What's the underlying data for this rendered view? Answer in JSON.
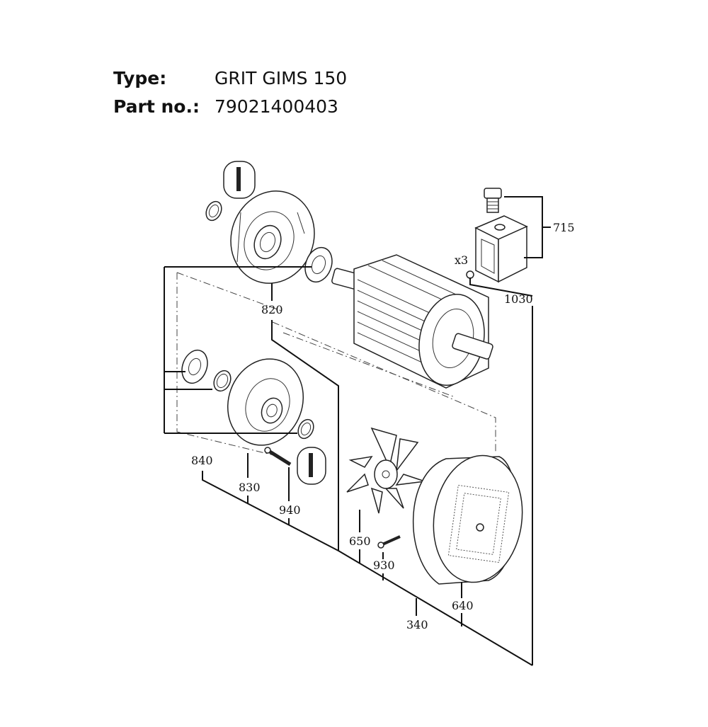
{
  "header": {
    "type_label": "Type:",
    "type_value": "GRIT GIMS 150",
    "part_label": "Part no.:",
    "part_value": "79021400403"
  },
  "callouts": {
    "c715": "715",
    "c1030": "1030",
    "x3": "x3",
    "c820": "820",
    "c840": "840",
    "c830": "830",
    "c940": "940",
    "c650": "650",
    "c930": "930",
    "c640": "640",
    "c340": "340"
  },
  "icons": [
    "end-shield",
    "bearing",
    "rotor",
    "terminal-box",
    "fan",
    "fan-cover",
    "screw",
    "seal-ring",
    "cable-gland"
  ]
}
